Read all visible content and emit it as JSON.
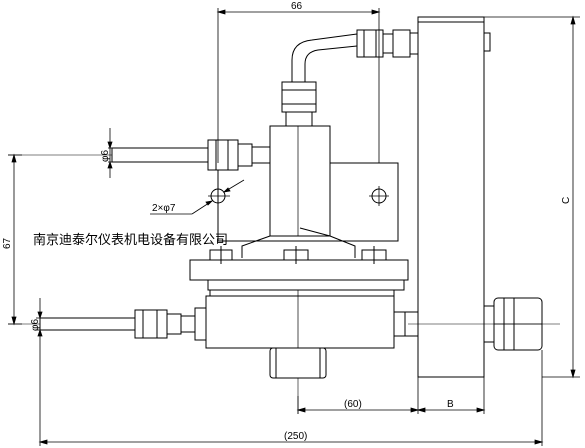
{
  "drawing": {
    "company_label": "南京迪泰尔仪表机电设备有限公司",
    "dimensions": {
      "top_width": "66",
      "height_c": "C",
      "left_height": "67",
      "upper_pipe_dia": "φ6",
      "lower_pipe_dia": "φ6",
      "holes": "2×φ7",
      "bottom_60": "(60)",
      "bottom_b": "B",
      "bottom_250": "(250)"
    },
    "colors": {
      "line": "#000000",
      "background": "#ffffff"
    }
  }
}
